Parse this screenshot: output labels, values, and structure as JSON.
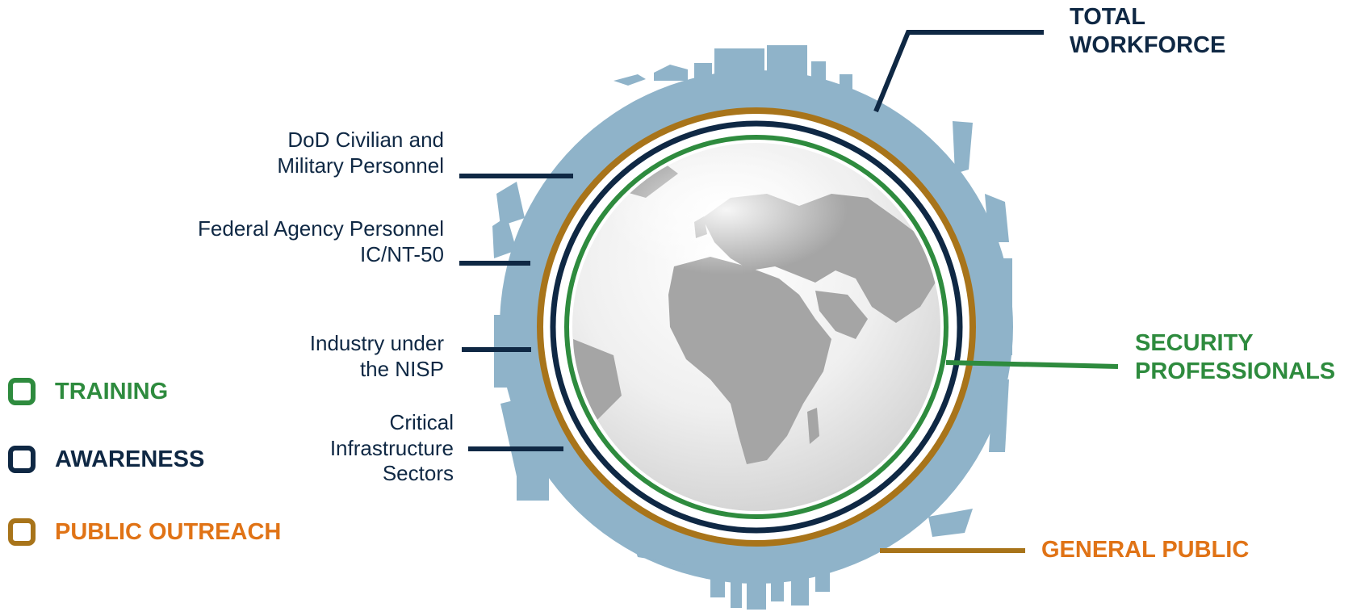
{
  "colors": {
    "training": "#2e8b3e",
    "awareness": "#0f2844",
    "public_outreach": "#a8741a",
    "public_outreach_text": "#e07316",
    "skyline": "#8fb3c9",
    "globe_land": "#a5a5a5"
  },
  "legend": [
    {
      "key": "training",
      "label": "TRAINING",
      "icon": "rounded-square-outline-icon"
    },
    {
      "key": "awareness",
      "label": "AWARENESS",
      "icon": "rounded-square-outline-icon"
    },
    {
      "key": "public_outreach",
      "label": "PUBLIC OUTREACH",
      "icon": "rounded-square-outline-icon"
    }
  ],
  "audiences": {
    "dod": {
      "line1": "DoD Civilian and",
      "line2": "Military Personnel"
    },
    "federal": {
      "line1": "Federal Agency Personnel",
      "line2": "IC/NT-50"
    },
    "industry": {
      "line1": "Industry under",
      "line2": "the NISP"
    },
    "critical": {
      "line1": "Critical",
      "line2": "Infrastructure",
      "line3": "Sectors"
    }
  },
  "rings": {
    "total_workforce": {
      "line1": "TOTAL",
      "line2": "WORKFORCE"
    },
    "security_professionals": {
      "line1": "SECURITY",
      "line2": "PROFESSIONALS"
    },
    "general_public": {
      "label": "GENERAL PUBLIC"
    }
  },
  "center_image": "globe-icon",
  "background_image": "city-skyline-silhouette-icon"
}
